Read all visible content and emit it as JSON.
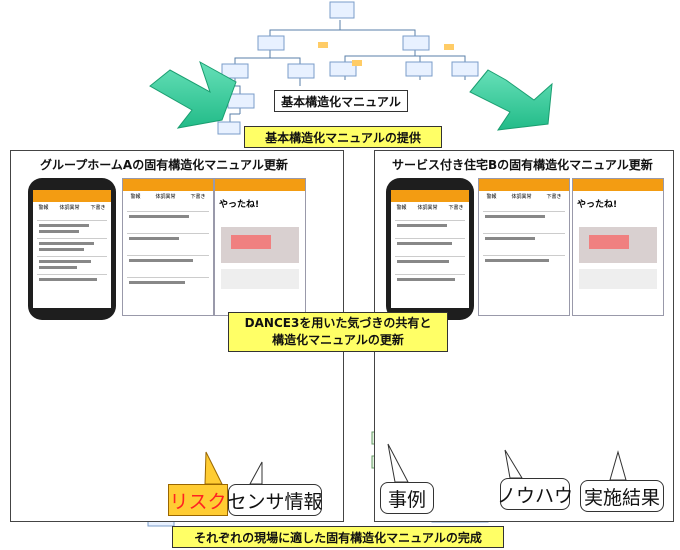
{
  "top": {
    "basic_manual": "基本構造化マニュアル",
    "provision": "基本構造化マニュアルの提供"
  },
  "panels": {
    "left_title": "グループホームAの固有構造化マニュアル更新",
    "right_title": "サービス付き住宅Bの固有構造化マニュアル更新"
  },
  "center": {
    "dance_line1": "DANCE3を用いた気づきの共有と",
    "dance_line2": "構造化マニュアルの更新"
  },
  "callouts": {
    "risk": "リスク",
    "sensor": "センサ情報",
    "case": "事例",
    "knowhow": "ノウハウ",
    "result": "実施結果"
  },
  "bottom": {
    "completion": "それぞれの現場に適した固有構造化マニュアルの完成"
  },
  "app": {
    "tab1": "警報",
    "tab2": "体調異常",
    "tab3": "下書き",
    "yatta": "やったね!"
  },
  "colors": {
    "arrow_green": "#33cc99",
    "yellow_label": "#ffff66",
    "risk_fill": "#ffcc33",
    "risk_text": "#ff2222",
    "app_orange": "#f39c12"
  }
}
